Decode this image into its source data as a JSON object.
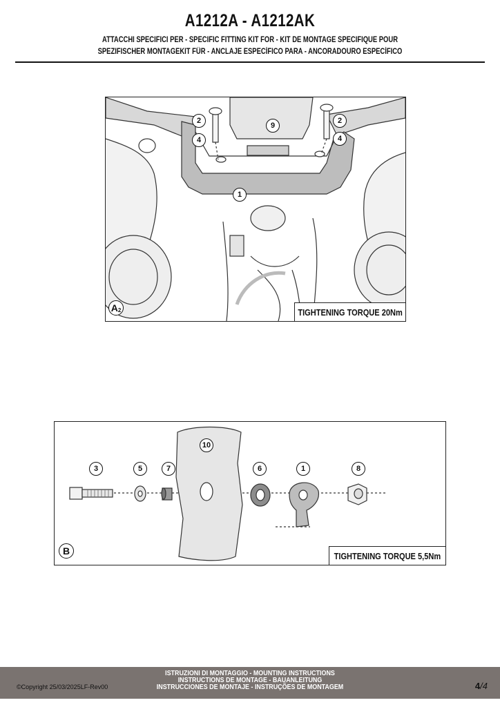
{
  "header": {
    "title": "A1212A - A1212AK",
    "line1": "ATTACCHI SPECIFICI PER  -  SPECIFIC FITTING KIT FOR  -  KIT DE MONTAGE SPECIFIQUE POUR",
    "line2": "SPEZIFISCHER MONTAGEKIT FÜR  -  ANCLAJE ESPECÍFICO PARA - ANCORADOURO ESPECÍFICO"
  },
  "figure_a": {
    "label": "A",
    "label_sub": "2",
    "torque": "TIGHTENING TORQUE 20Nm",
    "parts": {
      "p1": "1",
      "p2a": "2",
      "p2b": "2",
      "p4a": "4",
      "p4b": "4",
      "p9": "9"
    }
  },
  "figure_b": {
    "label": "B",
    "torque": "TIGHTENING TORQUE 5,5Nm",
    "parts": {
      "p3": "3",
      "p5": "5",
      "p7": "7",
      "p10": "10",
      "p6": "6",
      "p1": "1",
      "p8": "8"
    }
  },
  "footer": {
    "line1": "ISTRUZIONI DI MONTAGGIO  -  MOUNTING INSTRUCTIONS",
    "line2": "INSTRUCTIONS DE MONTAGE - BAUANLEITUNG",
    "line3": "INSTRUCCIONES DE MONTAJE - INSTRUÇÕES DE MONTAGEM",
    "copyright": "©Copyright 25/03/2025LF-Rev00",
    "page": "4",
    "total": "/4"
  }
}
